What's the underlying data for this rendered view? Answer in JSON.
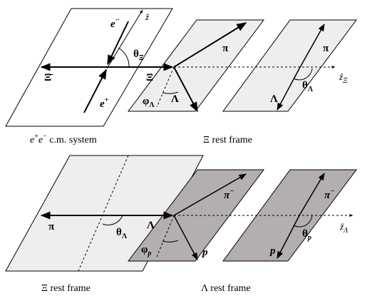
{
  "top": {
    "ee_caption": {
      "e1": "e",
      "sup1": "+",
      "e2": "e",
      "sup2": "−",
      "rest": " c.m. system"
    },
    "xi_rest_caption": "Ξ rest frame",
    "labels": {
      "e_minus": {
        "base": "e",
        "sup": "−"
      },
      "e_plus": {
        "base": "e",
        "sup": "+"
      },
      "z_hat": {
        "base": "ẑ"
      },
      "theta_xi": {
        "base": "θ",
        "sub": "Ξ"
      },
      "xi_bar": "Ξ̄",
      "xi": "Ξ",
      "phi_lambda": {
        "base": "φ",
        "sub": "Λ"
      },
      "pi": "π",
      "lambda": "Λ",
      "pi_right": "π",
      "lambda_right": "Λ",
      "theta_lambda": {
        "base": "θ",
        "sub": "Λ"
      },
      "z_hat_xi": {
        "base": "ẑ",
        "sub": "Ξ"
      }
    }
  },
  "bottom": {
    "xi_rest_caption": "Ξ rest frame",
    "lambda_rest_caption": "Λ rest frame",
    "labels": {
      "pi": "π",
      "theta_lambda": {
        "base": "θ",
        "sub": "Λ"
      },
      "lambda": "Λ",
      "phi_p": {
        "base": "φ",
        "sub": "p"
      },
      "pi_minus": {
        "base": "π",
        "sup": "−"
      },
      "p": "p",
      "pi_minus_right": {
        "base": "π",
        "sup": "−"
      },
      "theta_p": {
        "base": "θ",
        "sub": "p"
      },
      "p_right": "p",
      "z_hat_lambda": {
        "base": "ẑ",
        "sub": "Λ"
      }
    }
  },
  "colors": {
    "light_plane": "#eeeeee",
    "dark_plane": "#b4aeae",
    "white_plane": "#ffffff",
    "stroke": "#000000"
  }
}
